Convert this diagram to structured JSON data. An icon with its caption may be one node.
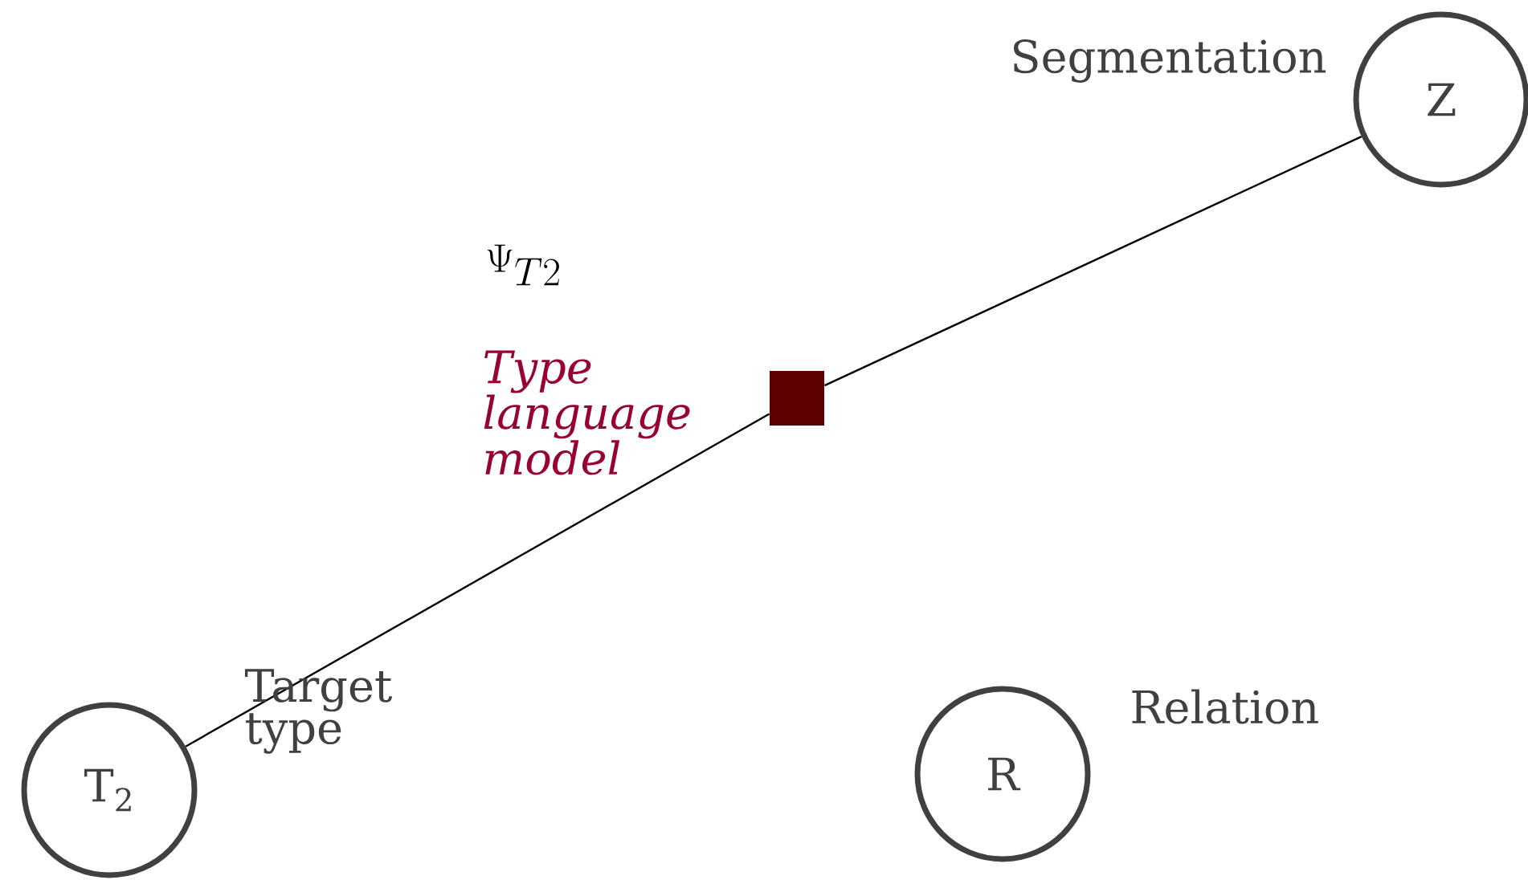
{
  "diagram": {
    "nodes": [
      {
        "text": [
          "T$_{2}$"
        ],
        "beside": [
          "Target type"
        ]
      },
      {
        "text": [
          "Z"
        ],
        "beside": [
          "Segmentation"
        ]
      },
      {
        "text": [
          "R"
        ],
        "beside": [
          "Relation"
        ]
      },
      {
        "text": [],
        "shape": "box",
        "beside": [
          "\\Psi_{T2}",
          "Type language model"
        ]
      }
    ],
    "edges": [
      {
        "from": 0,
        "to": 3,
        "arrow": "none"
      },
      {
        "from": 3,
        "to": 1,
        "arrow": "none"
      }
    ]
  }
}
